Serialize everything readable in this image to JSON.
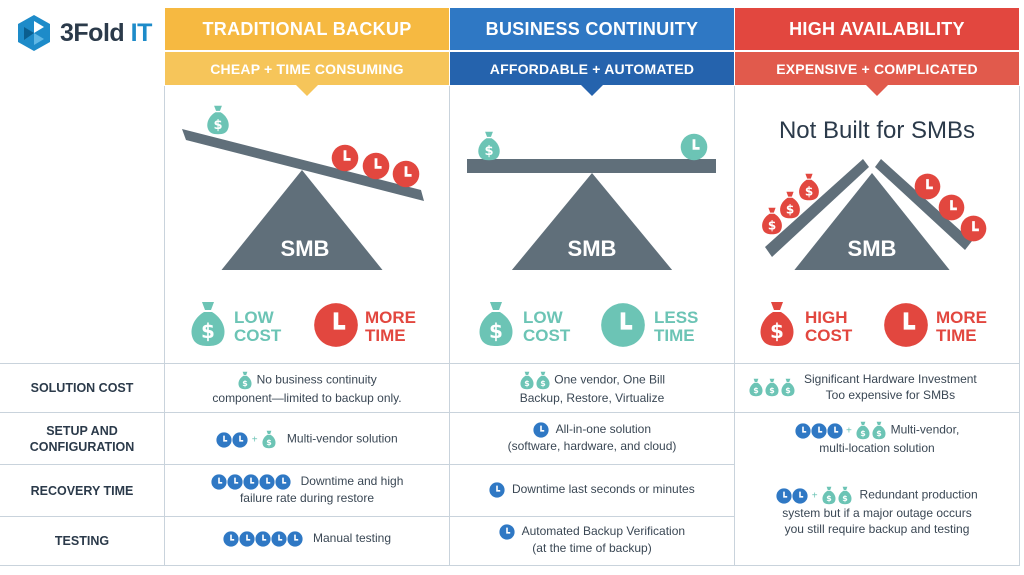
{
  "brand": {
    "name_main": "3Fold",
    "name_accent": " IT"
  },
  "columns": [
    {
      "title": "TRADITIONAL BACKUP",
      "subtitle": "CHEAP + TIME CONSUMING",
      "color": "#f6b941",
      "sub_color": "#f6c55a"
    },
    {
      "title": "BUSINESS CONTINUITY",
      "subtitle": "AFFORDABLE + AUTOMATED",
      "color": "#2f78c4",
      "sub_color": "#2563ad"
    },
    {
      "title": "HIGH AVAILABILITY",
      "subtitle": "EXPENSIVE + COMPLICATED",
      "color": "#e2473f",
      "sub_color": "#e15a4c"
    }
  ],
  "diagram": {
    "fulcrum_label": "SMB",
    "not_built": "Not Built for SMBs",
    "traditional": {
      "cost": "LOW\nCOST",
      "time": "MORE\nTIME",
      "cost_l1": "LOW",
      "cost_l2": "COST",
      "time_l1": "MORE",
      "time_l2": "TIME"
    },
    "continuity": {
      "cost_l1": "LOW",
      "cost_l2": "COST",
      "time_l1": "LESS",
      "time_l2": "TIME"
    },
    "availability": {
      "cost_l1": "HIGH",
      "cost_l2": "COST",
      "time_l1": "MORE",
      "time_l2": "TIME"
    }
  },
  "rows": [
    {
      "label_l1": "SOLUTION COST",
      "label_l2": "",
      "cells": [
        {
          "l1": "No business continuity",
          "l2": "component—limited to backup only."
        },
        {
          "l1": "One vendor, One Bill",
          "l2": "Backup, Restore, Virtualize"
        },
        {
          "l1": "Significant Hardware Investment",
          "l2": "Too expensive for SMBs"
        }
      ]
    },
    {
      "label_l1": "SETUP AND",
      "label_l2": "CONFIGURATION",
      "cells": [
        {
          "l1": "Multi-vendor solution",
          "l2": ""
        },
        {
          "l1": "All-in-one solution",
          "l2": "(software, hardware, and cloud)"
        },
        {
          "l1": "Multi-vendor,",
          "l2": "multi-location solution"
        }
      ]
    },
    {
      "label_l1": "RECOVERY TIME",
      "label_l2": "",
      "cells": [
        {
          "l1": "Downtime and high",
          "l2": "failure rate during restore"
        },
        {
          "l1": "Downtime last seconds or minutes",
          "l2": ""
        },
        {
          "l1": "Redundant production",
          "l2": "system but if a major outage occurs",
          "l3": "you still require backup and testing"
        }
      ]
    },
    {
      "label_l1": "TESTING",
      "label_l2": "",
      "cells": [
        {
          "l1": "Manual testing",
          "l2": ""
        },
        {
          "l1": "Automated Backup Verification",
          "l2": "(at the time of backup)"
        }
      ]
    }
  ],
  "icons": {
    "clock": "clock-icon",
    "money": "money-bag-icon"
  }
}
